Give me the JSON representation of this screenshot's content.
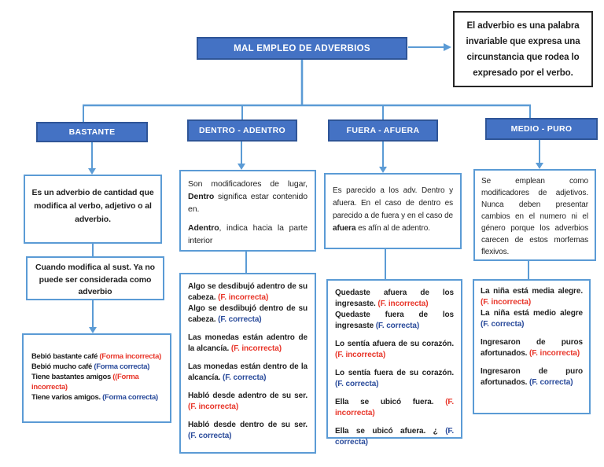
{
  "colors": {
    "accent": "#4472c4",
    "accent-border": "#2f5597",
    "connector": "#5b9bd5",
    "box-border": "#5b9bd5",
    "note-border": "#262626",
    "red": "#e8362a",
    "blue": "#2a4b9b",
    "text": "#1f1f1f"
  },
  "title": "MAL EMPLEO DE ADVERBIOS",
  "note": "El adverbio es una palabra invariable que expresa una circunstancia que rodea lo expresado por el verbo.",
  "columns": {
    "bastante": {
      "header": "BASTANTE",
      "definition": [
        {
          "segments": [
            {
              "t": "Es un adverbio de cantidad que modifica al verbo, adjetivo o al adverbio.",
              "s": "n"
            }
          ]
        }
      ],
      "note": [
        {
          "segments": [
            {
              "t": "Cuando modifica al sust. Ya no puede ser considerada como adverbio",
              "s": "n"
            }
          ]
        }
      ],
      "examples": [
        {
          "segments": [
            {
              "t": "Bebió bastante café ",
              "s": "n"
            },
            {
              "t": "(Forma incorrecta)",
              "s": "r"
            }
          ]
        },
        {
          "segments": [
            {
              "t": "Bebió mucho café ",
              "s": "n"
            },
            {
              "t": "(Forma correcta)",
              "s": "bl"
            }
          ]
        },
        {
          "segments": [
            {
              "t": "Tiene bastantes amigos ",
              "s": "n"
            },
            {
              "t": "((Forma incorrecta)",
              "s": "r"
            }
          ]
        },
        {
          "segments": [
            {
              "t": "Tiene varios amigos. ",
              "s": "n"
            },
            {
              "t": "(Forma correcta)",
              "s": "bl"
            }
          ]
        }
      ]
    },
    "dentro": {
      "header": "DENTRO - ADENTRO",
      "definition": [
        {
          "segments": [
            {
              "t": "Son modificadores de lugar, ",
              "s": "n"
            },
            {
              "t": "Dentro",
              "s": "b"
            },
            {
              "t": " significa estar contenido en.",
              "s": "n"
            }
          ]
        },
        {
          "segments": [
            {
              "t": "Adentro",
              "s": "b"
            },
            {
              "t": ", indica hacia la parte interior",
              "s": "n"
            }
          ],
          "gap": true
        }
      ],
      "examples": [
        {
          "segments": [
            {
              "t": "Algo se desdibujó adentro de su cabeza. ",
              "s": "n"
            },
            {
              "t": "(F. incorrecta)",
              "s": "r"
            }
          ]
        },
        {
          "segments": [
            {
              "t": "Algo se desdibujó dentro de su cabeza. ",
              "s": "n"
            },
            {
              "t": "(F. correcta)",
              "s": "bl"
            }
          ]
        },
        {
          "segments": [
            {
              "t": "Las monedas están adentro de la alcancía. ",
              "s": "n"
            },
            {
              "t": "(F. incorrecta)",
              "s": "r"
            }
          ],
          "gap": true
        },
        {
          "segments": [
            {
              "t": "Las monedas están dentro de la alcancía. ",
              "s": "n"
            },
            {
              "t": "(F. correcta)",
              "s": "bl"
            }
          ],
          "gap": true
        },
        {
          "segments": [
            {
              "t": "Habló desde adentro de su ser. ",
              "s": "n"
            },
            {
              "t": "(F. incorrecta)",
              "s": "r"
            }
          ],
          "gap": true
        },
        {
          "segments": [
            {
              "t": "Habló desde dentro de su ser. ",
              "s": "n"
            },
            {
              "t": "(F. correcta)",
              "s": "bl"
            }
          ],
          "gap": true
        }
      ]
    },
    "fuera": {
      "header": "FUERA - AFUERA",
      "definition": [
        {
          "segments": [
            {
              "t": "Es parecido a los adv. Dentro y afuera. En el caso de dentro es parecido a de fuera y en el caso de ",
              "s": "n"
            },
            {
              "t": "afuera",
              "s": "b"
            },
            {
              "t": " es afín al de adentro.",
              "s": "n"
            }
          ]
        }
      ],
      "examples": [
        {
          "segments": [
            {
              "t": "Quedaste afuera de los ingresaste. ",
              "s": "n"
            },
            {
              "t": "(F. incorrecta)",
              "s": "r"
            }
          ]
        },
        {
          "segments": [
            {
              "t": "Quedaste fuera de los ingresaste ",
              "s": "n"
            },
            {
              "t": "(F. correcta)",
              "s": "bl"
            }
          ]
        },
        {
          "segments": [
            {
              "t": "Lo sentía afuera de su corazón. ",
              "s": "n"
            },
            {
              "t": "(F. incorrecta)",
              "s": "r"
            }
          ],
          "gap": true
        },
        {
          "segments": [
            {
              "t": "Lo sentía fuera de su corazón. ",
              "s": "n"
            },
            {
              "t": "(F. correcta)",
              "s": "bl"
            }
          ],
          "gap": true
        },
        {
          "segments": [
            {
              "t": "Ella se ubicó fuera. ",
              "s": "n"
            },
            {
              "t": "(F. incorrecta)",
              "s": "r"
            }
          ],
          "gap": true
        },
        {
          "segments": [
            {
              "t": "Ella se ubicó afuera. ¿ ",
              "s": "n"
            },
            {
              "t": "(F. correcta)",
              "s": "bl"
            }
          ],
          "gap": true
        }
      ]
    },
    "medio": {
      "header": "MEDIO - PURO",
      "definition": [
        {
          "segments": [
            {
              "t": "Se emplean como modificadores de adjetivos. Nunca deben presentar cambios en el numero ni el género porque los adverbios carecen de estos morfemas flexivos.",
              "s": "n"
            }
          ]
        }
      ],
      "examples": [
        {
          "segments": [
            {
              "t": "La niña está media alegre. ",
              "s": "n"
            },
            {
              "t": "(F. incorrecta)",
              "s": "r"
            }
          ]
        },
        {
          "segments": [
            {
              "t": "La niña está medio alegre ",
              "s": "n"
            },
            {
              "t": "(F. correcta)",
              "s": "bl"
            }
          ]
        },
        {
          "segments": [
            {
              "t": "Ingresaron de puros afortunados. ",
              "s": "n"
            },
            {
              "t": "(F. incorrecta)",
              "s": "r"
            }
          ],
          "gap": true
        },
        {
          "segments": [
            {
              "t": "Ingresaron de puro afortunados. ",
              "s": "n"
            },
            {
              "t": "(F. correcta)",
              "s": "bl"
            }
          ],
          "gap": true
        }
      ]
    }
  }
}
